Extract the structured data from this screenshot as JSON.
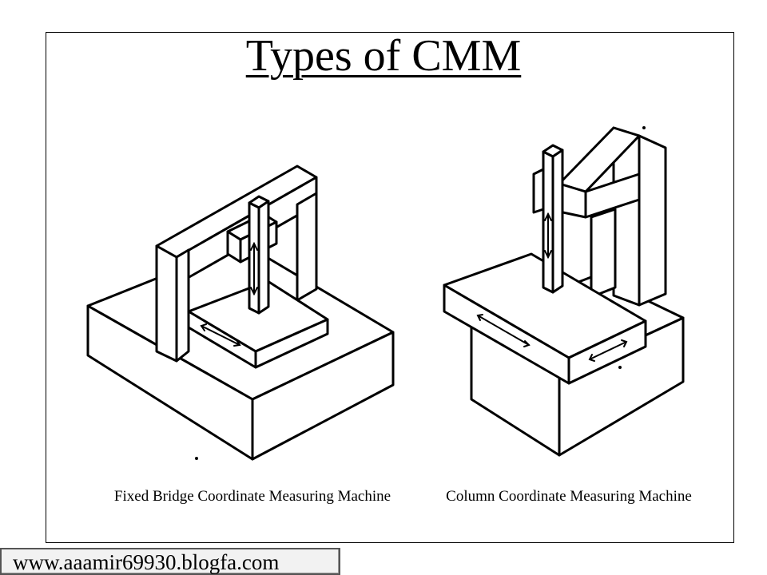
{
  "slide": {
    "title": "Types of CMM"
  },
  "figures": [
    {
      "caption": "Fixed Bridge Coordinate Measuring Machine"
    },
    {
      "caption": "Column Coordinate Measuring Machine"
    }
  ],
  "watermark": {
    "text": "www.aaamir69930.blogfa.com"
  }
}
